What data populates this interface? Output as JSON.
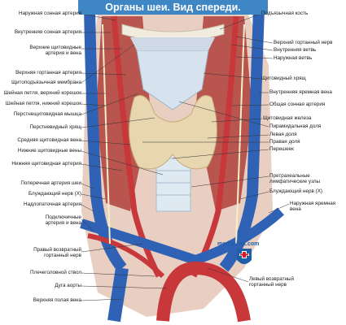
{
  "title": "Органы шеи. Вид спереди.",
  "watermark": "medunivet.com",
  "colors": {
    "title_bg": "#3f86c5",
    "vein": "#2f62b5",
    "artery": "#c8373a",
    "thyroid": "#e7d6b0"
  },
  "labels_left": [
    "Наружная сонная артерия",
    "Внутренняя сонная артерия",
    "Верхние щитовидные\nартерия и вена",
    "Верхняя гортанная артерия",
    "Щитоподъязычная мембрана",
    "Шейная петля, верхний корешок",
    "Шейная петля, нижний корешок",
    "Перстнещитовидная мышца",
    "Перстневидный хрящ",
    "Средняя щитовидная вена",
    "Нижние щитовидные вены",
    "Нижняя щитовидная артерия",
    "Поперечная артерия шеи",
    "Блуждающий нерв (X)",
    "Надлопаточная артерия",
    "Подключичные\nартерия и вена",
    "Правый возвратный\nгортанный нерв",
    "Плечеголовной ствол",
    "Дуга аорты",
    "Верхняя полая вена"
  ],
  "labels_right": [
    "Подъязычная кость",
    "Верхний гортанный нерв",
    "Внутренняя ветвь",
    "Наружная ветвь",
    "Щитовидный хрящ",
    "Внутренняя яремная вена",
    "Общая сонная артерия",
    "Щитовидная железа",
    "Пирамидальная доля",
    "Левая доля",
    "Правая доля",
    "Перешеек",
    "Претрахеальные\nлимфатические узлы",
    "Блуждающий нерв (X)",
    "Наружная яремная\nвена",
    "Левый возвратный\nгортанный нерв"
  ]
}
